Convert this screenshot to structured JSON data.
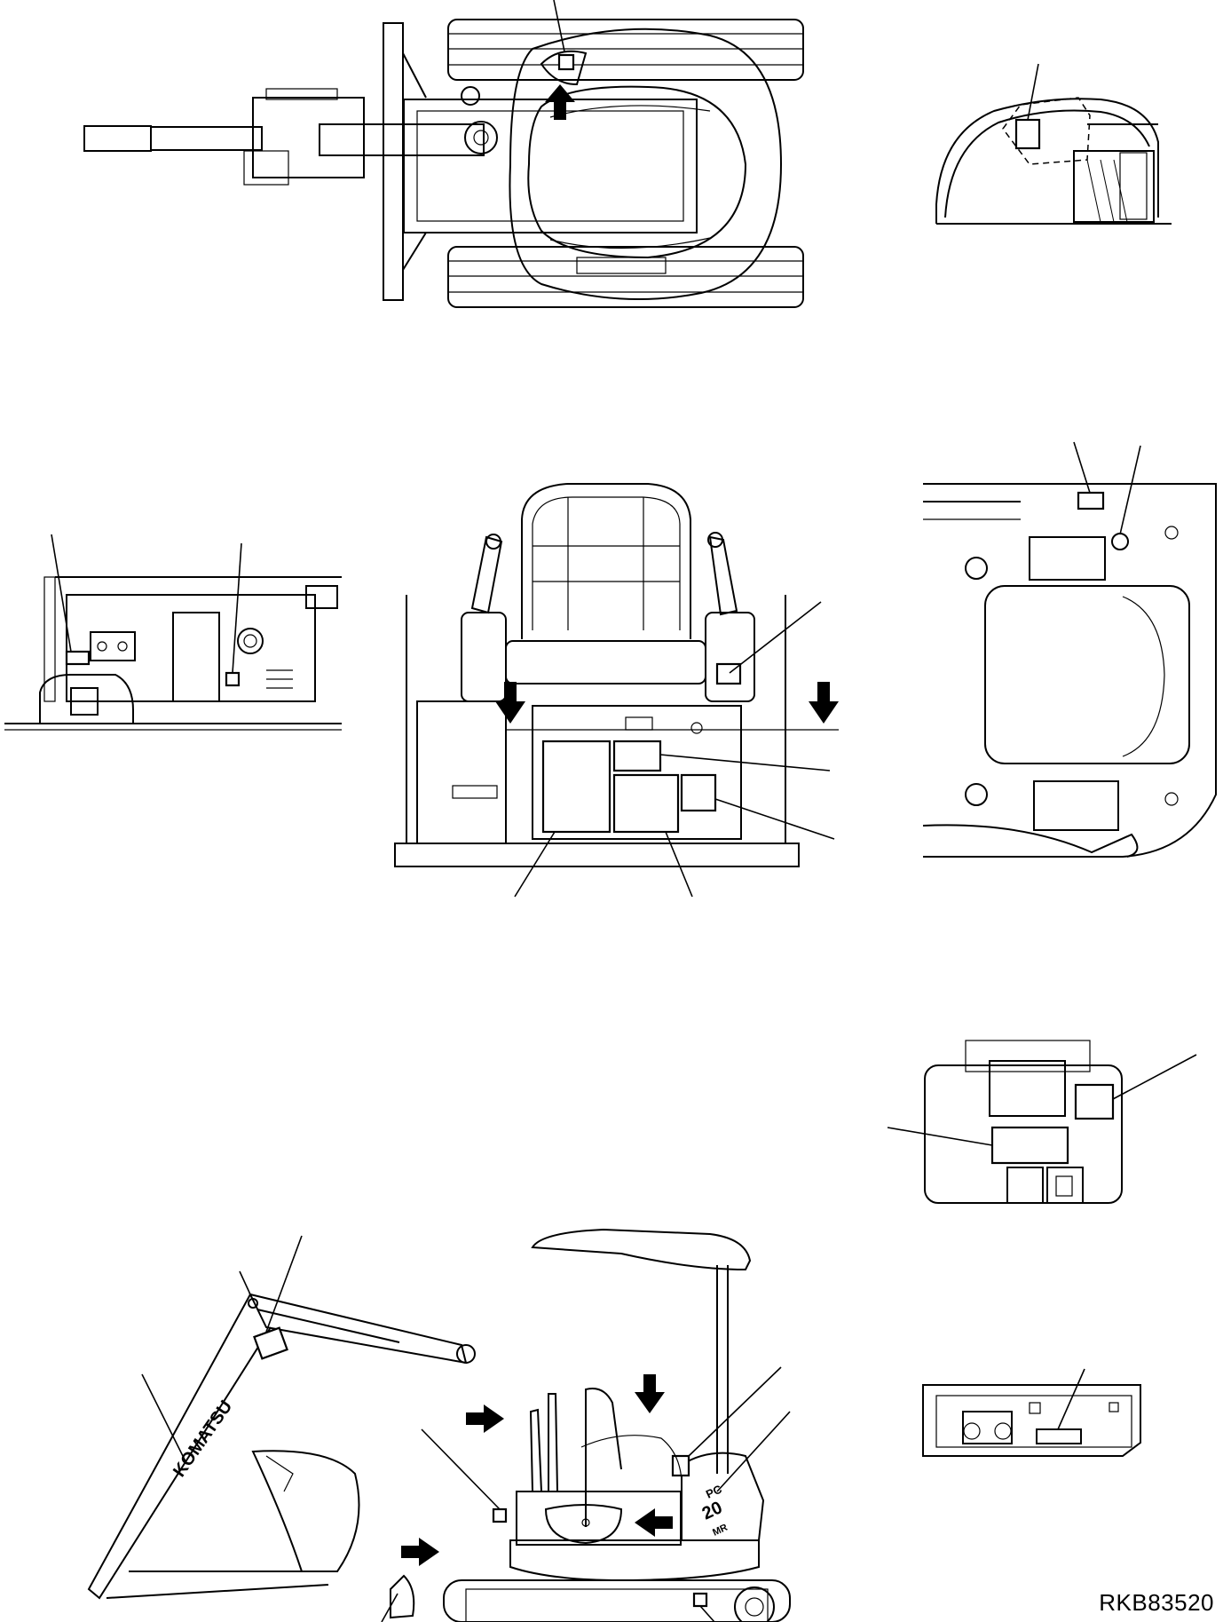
{
  "figure": {
    "drawing_id": "RKB83520",
    "logo_text": "KOMATSU",
    "model_badge": [
      "PC",
      "20",
      "MR"
    ],
    "colors": {
      "line": "#000000",
      "background": "#ffffff"
    }
  }
}
